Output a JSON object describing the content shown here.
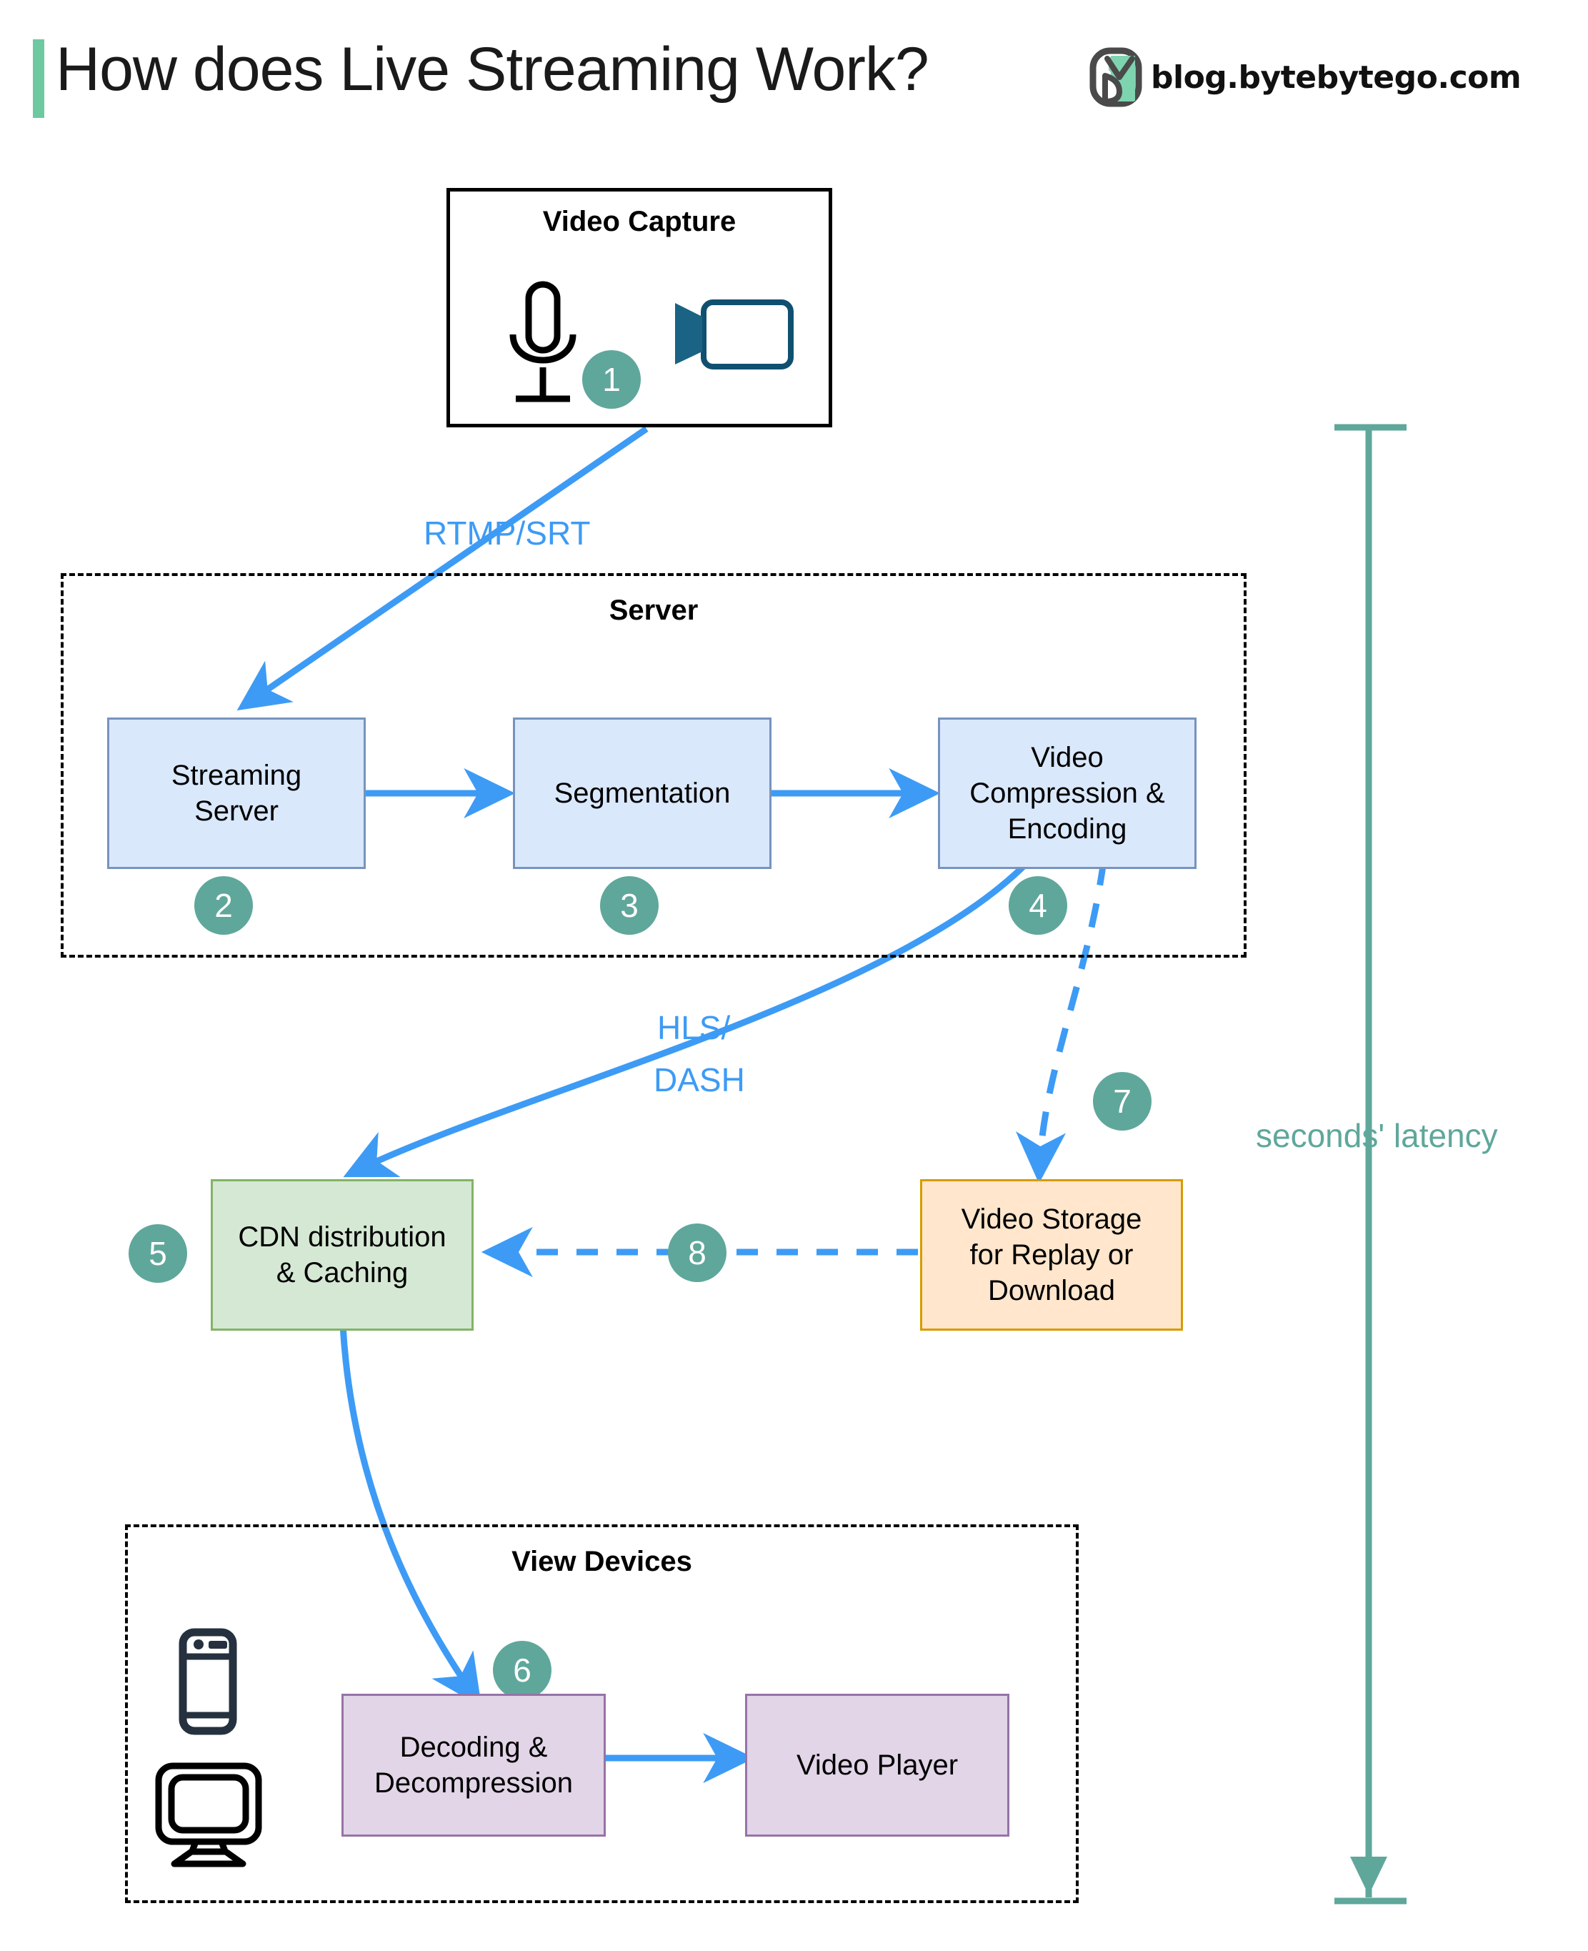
{
  "header": {
    "title": "How does Live Streaming Work?",
    "brand_text": "blog.bytebytego.com",
    "accent_color": "#6DC9A0"
  },
  "colors": {
    "badge": "#5FA79B",
    "flow_arrow": "#3D9BF5",
    "blue_box_fill": "#DAE8FC",
    "blue_box_border": "#7793BD",
    "green_box_fill": "#D5E8D4",
    "green_box_border": "#82B366",
    "orange_box_fill": "#FFE6CC",
    "orange_box_border": "#D79B00",
    "purple_box_fill": "#E1D5E7",
    "purple_box_border": "#9673A6",
    "latency": "#5FA79B",
    "camera_icon": "#0F5070",
    "phone_icon": "#25313F"
  },
  "groups": {
    "capture": {
      "title": "Video Capture"
    },
    "server": {
      "title": "Server"
    },
    "view_devices": {
      "title": "View Devices"
    }
  },
  "nodes": {
    "streaming_server": "Streaming\nServer",
    "segmentation": "Segmentation",
    "video_compression": "Video\nCompression &\nEncoding",
    "cdn": "CDN distribution\n& Caching",
    "video_storage": "Video Storage\nfor Replay or\nDownload",
    "decoding": "Decoding &\nDecompression",
    "video_player": "Video Player"
  },
  "badges": {
    "b1": "1",
    "b2": "2",
    "b3": "3",
    "b4": "4",
    "b5": "5",
    "b6": "6",
    "b7": "7",
    "b8": "8"
  },
  "edge_labels": {
    "rtmp_srt": "RTMP/SRT",
    "hls": "HLS/",
    "dash": "DASH"
  },
  "latency": {
    "label": "seconds' latency"
  },
  "icons": {
    "microphone": "microphone-icon",
    "camera": "video-camera-icon",
    "phone": "smartphone-icon",
    "monitor": "desktop-monitor-icon",
    "logo": "bytebytego-logo-icon"
  }
}
